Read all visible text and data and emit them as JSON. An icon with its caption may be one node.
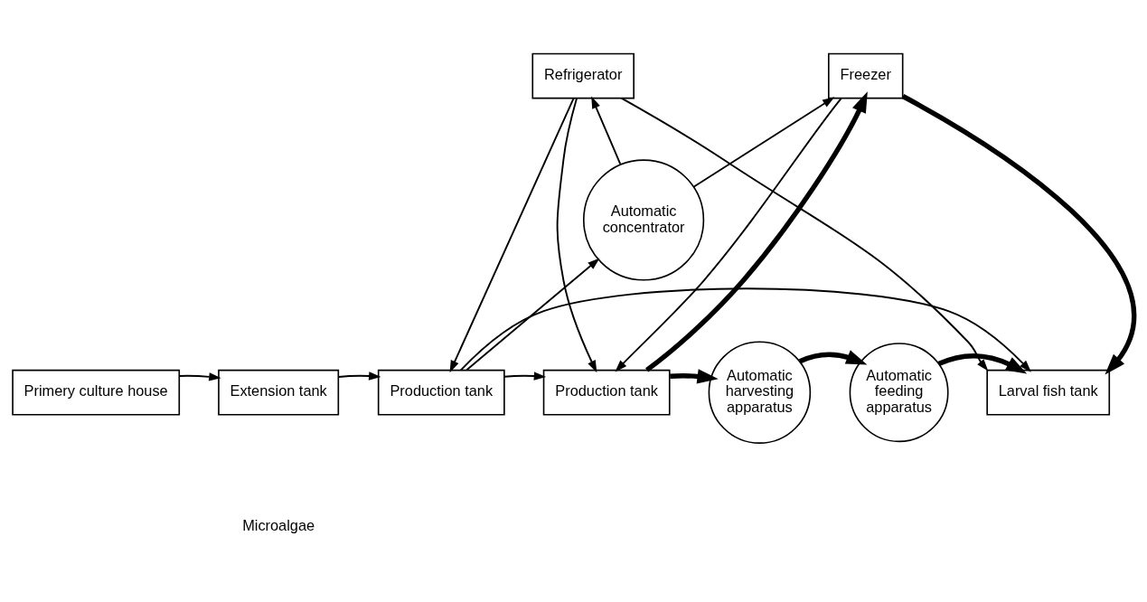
{
  "diagram": {
    "nodes": [
      {
        "text": [
          "Refrigerator"
        ]
      },
      {
        "text": [
          "Freezer"
        ]
      },
      {
        "text": [
          "Automatic concentrator"
        ]
      },
      {
        "text": [
          "Primery culture house"
        ]
      },
      {
        "text": [
          "Extension tank"
        ]
      },
      {
        "text": [
          "Production tank"
        ]
      },
      {
        "text": [
          "Production tank"
        ]
      },
      {
        "text": [
          "Automatic harvesting apparatus"
        ]
      },
      {
        "text": [
          "Automatic feeding apparatus"
        ]
      },
      {
        "text": [
          "Larval fish tank"
        ]
      }
    ],
    "edges": [
      {
        "from": 0,
        "to": 5,
        "arrow": "to"
      },
      {
        "from": 2,
        "to": 0,
        "arrow": "to"
      },
      {
        "from": 5,
        "to": 2,
        "arrow": "to"
      },
      {
        "from": 0,
        "to": 6,
        "arrow": "to"
      },
      {
        "from": 0,
        "to": 9,
        "arrow": "to"
      },
      {
        "from": 2,
        "to": 1,
        "arrow": "to"
      },
      {
        "from": 1,
        "to": 6,
        "arrow": "to"
      },
      {
        "from": 6,
        "to": 1,
        "arrow": "to",
        "style": "thick"
      },
      {
        "from": 1,
        "to": 9,
        "arrow": "to",
        "style": "thick"
      },
      {
        "from": 3,
        "to": 4,
        "arrow": "to"
      },
      {
        "from": 4,
        "to": 5,
        "arrow": "to"
      },
      {
        "from": 5,
        "to": 6,
        "arrow": "to"
      },
      {
        "from": 6,
        "to": 7,
        "arrow": "to",
        "style": "thick"
      },
      {
        "from": 7,
        "to": 8,
        "arrow": "to",
        "style": "thick"
      },
      {
        "from": 8,
        "to": 9,
        "arrow": "to",
        "style": "thick"
      },
      {
        "from": 5,
        "to": 9,
        "arrow": "to"
      }
    ],
    "labels": [
      "Microalgae"
    ]
  }
}
